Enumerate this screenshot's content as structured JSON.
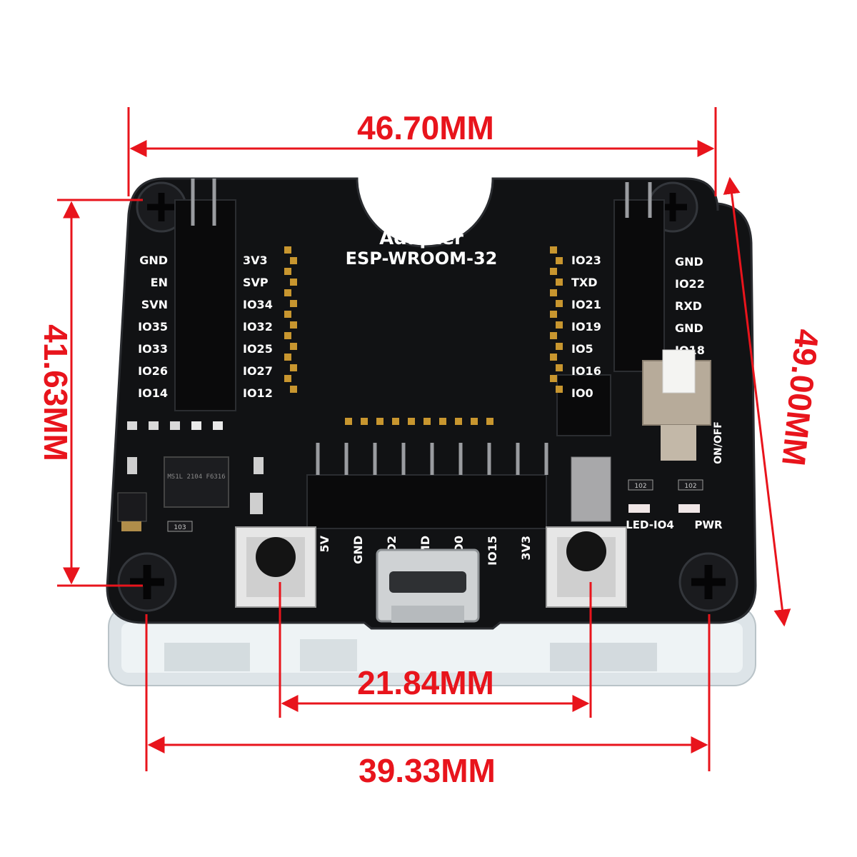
{
  "board": {
    "title_line1": "Adapter",
    "title_line2": "ESP-WROOM-32",
    "left_outer_labels": [
      "GND",
      "EN",
      "SVN",
      "IO35",
      "IO33",
      "IO26",
      "IO14"
    ],
    "left_inner_labels": [
      "3V3",
      "SVP",
      "IO34",
      "IO32",
      "IO25",
      "IO27",
      "IO12"
    ],
    "right_inner_labels": [
      "IO23",
      "TXD",
      "IO21",
      "IO19",
      "IO5",
      "IO16",
      "IO0"
    ],
    "right_outer_labels": [
      "GND",
      "IO22",
      "RXD",
      "GND",
      "IO18"
    ],
    "bottom_header_labels": [
      "5V",
      "GND",
      "D2",
      "CMD",
      "D0",
      "IO15",
      "3V3"
    ],
    "switch_label": "ON/OFF",
    "led_labels": [
      "LED-IO4",
      "PWR"
    ],
    "resistor_labels": [
      "102",
      "102",
      "103"
    ],
    "chip_marking": "MS1L 2104 F6316"
  },
  "dimensions": {
    "top_width": "46.70MM",
    "left_height": "41.63MM",
    "right_height": "49.00MM",
    "button_spacing": "21.84MM",
    "bottom_width": "39.33MM"
  },
  "colors": {
    "dimension_red": "#e8141c",
    "pcb_black": "#111214",
    "acrylic": "#e6ecef",
    "gold": "#c8962f"
  }
}
